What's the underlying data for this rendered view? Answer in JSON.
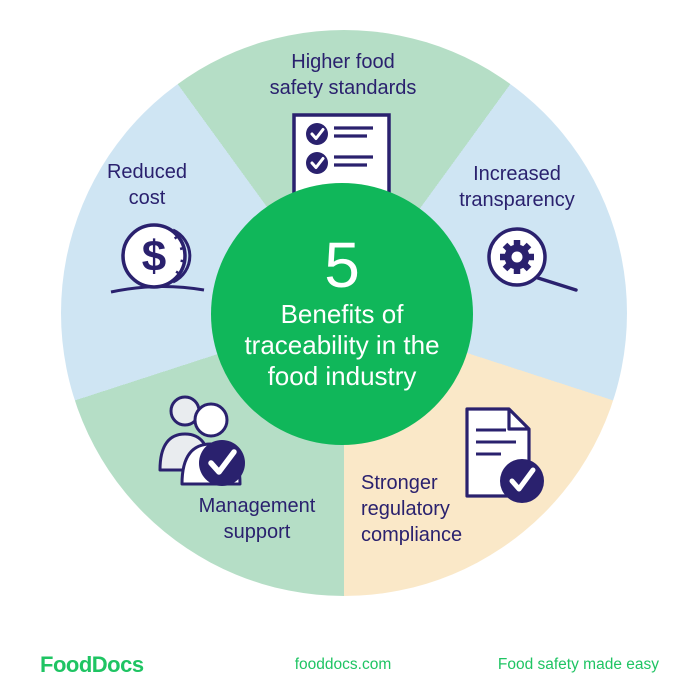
{
  "infographic": {
    "center": {
      "number": "5",
      "title": "Benefits of traceability in the food industry",
      "bg_color": "#10b75a",
      "text_color": "#ffffff"
    },
    "segments": [
      {
        "label": "Higher food safety standards",
        "icon": "checklist-icon",
        "color": "#b5dec6",
        "position": "top"
      },
      {
        "label": "Increased transparency",
        "icon": "magnifier-gear-icon",
        "color": "#cfe5f3",
        "position": "right"
      },
      {
        "label": "Stronger regulatory compliance",
        "icon": "document-check-icon",
        "color": "#fae8c8",
        "position": "bottom-right"
      },
      {
        "label": "Management support",
        "icon": "people-check-icon",
        "color": "#b5dec6",
        "position": "bottom-left"
      },
      {
        "label": "Reduced cost",
        "icon": "dollar-coin-icon",
        "color": "#cfe5f3",
        "position": "left"
      }
    ],
    "icon_color": "#2a216e"
  },
  "footer": {
    "logo": "FoodDocs",
    "website": "fooddocs.com",
    "tagline": "Food safety made easy",
    "color": "#1fc463"
  }
}
